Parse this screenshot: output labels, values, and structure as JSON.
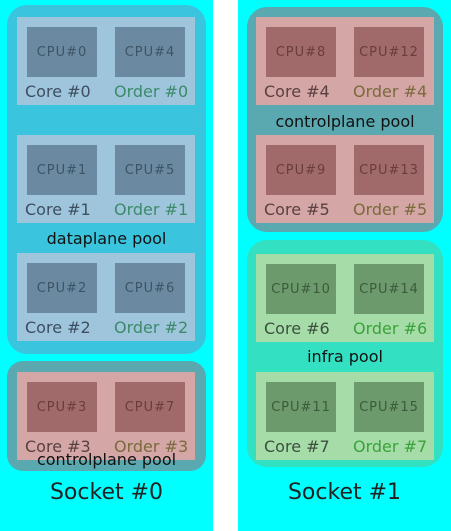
{
  "colors": {
    "socket_bg": "#00ffff",
    "dataplane_pool": "#3bc4dd",
    "controlplane_pool": "#5aa8b0",
    "infra_pool": "#33e0c2",
    "core_blue": "#9fc5dc",
    "core_red": "#d4a6a6",
    "core_green": "#a6dca8",
    "cpu_blue": "#6b8aa1",
    "cpu_red": "#a06a6a",
    "cpu_green": "#6c9a6c"
  },
  "sockets": [
    {
      "title": "Socket #0",
      "pools": [
        {
          "label": "dataplane pool",
          "cores": [
            {
              "cpu_a": "CPU#0",
              "cpu_b": "CPU#4",
              "core": "Core #0",
              "order": "Order #0"
            },
            {
              "cpu_a": "CPU#1",
              "cpu_b": "CPU#5",
              "core": "Core #1",
              "order": "Order #1"
            },
            {
              "cpu_a": "CPU#2",
              "cpu_b": "CPU#6",
              "core": "Core #2",
              "order": "Order #2"
            }
          ]
        },
        {
          "label": "controlplane pool",
          "cores": [
            {
              "cpu_a": "CPU#3",
              "cpu_b": "CPU#7",
              "core": "Core #3",
              "order": "Order #3"
            }
          ]
        }
      ]
    },
    {
      "title": "Socket #1",
      "pools": [
        {
          "label": "controlplane pool",
          "cores": [
            {
              "cpu_a": "CPU#8",
              "cpu_b": "CPU#12",
              "core": "Core #4",
              "order": "Order #4"
            },
            {
              "cpu_a": "CPU#9",
              "cpu_b": "CPU#13",
              "core": "Core #5",
              "order": "Order #5"
            }
          ]
        },
        {
          "label": "infra pool",
          "cores": [
            {
              "cpu_a": "CPU#10",
              "cpu_b": "CPU#14",
              "core": "Core #6",
              "order": "Order #6"
            },
            {
              "cpu_a": "CPU#11",
              "cpu_b": "CPU#15",
              "core": "Core #7",
              "order": "Order #7"
            }
          ]
        }
      ]
    }
  ]
}
